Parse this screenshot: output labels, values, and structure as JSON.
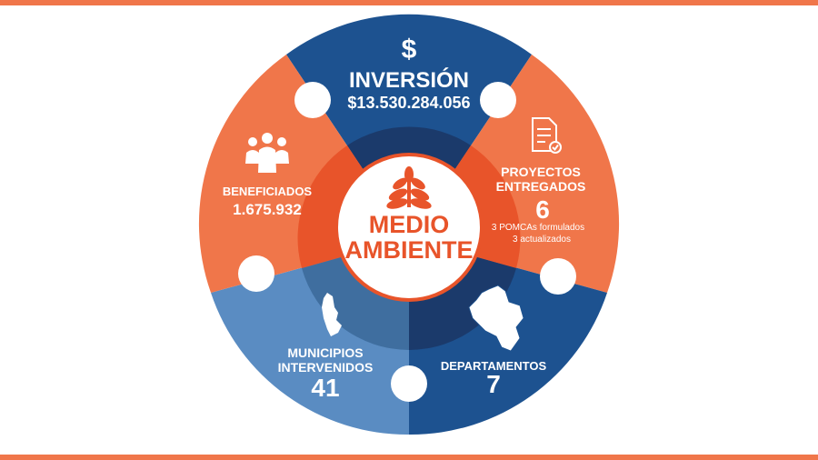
{
  "colors": {
    "orange": "#f0764a",
    "orange_inner": "#e8542a",
    "navy": "#1d5290",
    "navy_inner": "#1b3a6b",
    "blue": "#5a8cc2",
    "blue_inner": "#3f6e9f",
    "white": "#ffffff"
  },
  "center": {
    "icon": "sprout-icon",
    "line1": "MEDIO",
    "line2": "AMBIENTE"
  },
  "segments": {
    "inversion": {
      "icon": "dollar-icon",
      "title": "INVERSIÓN",
      "value": "$13.530.284.056"
    },
    "proyectos": {
      "icon": "checklist-document-icon",
      "title_line1": "PROYECTOS",
      "title_line2": "ENTREGADOS",
      "value": "6",
      "note_line1": "3 POMCAs formulados",
      "note_line2": "3 actualizados"
    },
    "departamentos": {
      "icon": "colombia-map-icon",
      "title": "DEPARTAMENTOS",
      "value": "7"
    },
    "municipios": {
      "icon": "municipality-map-icon",
      "title_line1": "MUNICIPIOS",
      "title_line2": "INTERVENIDOS",
      "value": "41"
    },
    "beneficiados": {
      "icon": "people-group-icon",
      "title": "BENEFICIADOS",
      "value": "1.675.932"
    }
  }
}
